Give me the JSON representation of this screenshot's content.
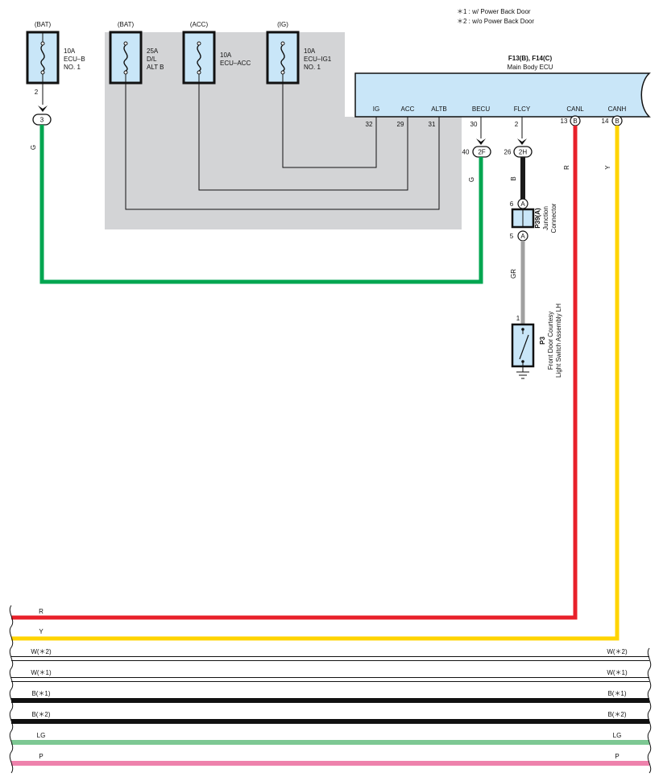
{
  "notes": {
    "note1": "＊1 : w/ Power Back Door",
    "note2": "＊2 : w/o Power Back Door"
  },
  "fuses": [
    {
      "source": "(BAT)",
      "rating": "10A",
      "name1": "ECU–B",
      "name2": "NO. 1"
    },
    {
      "source": "(BAT)",
      "rating": "25A",
      "name1": "D/L",
      "name2": "ALT B"
    },
    {
      "source": "(ACC)",
      "rating": "10A",
      "name1": "ECU–ACC",
      "name2": ""
    },
    {
      "source": "(IG)",
      "rating": "10A",
      "name1": "ECU–IG1",
      "name2": "NO. 1"
    }
  ],
  "fuse_pin": "2",
  "fuse_connector": "3",
  "ecu": {
    "code": "F13(B), F14(C)",
    "name": "Main Body ECU",
    "terminals": [
      {
        "name": "IG",
        "pin": "32"
      },
      {
        "name": "ACC",
        "pin": "29"
      },
      {
        "name": "ALTB",
        "pin": "31"
      },
      {
        "name": "BECU",
        "pin": "30"
      },
      {
        "name": "FLCY",
        "pin": "2"
      },
      {
        "name": "CANL",
        "pin": "13",
        "conn": "B"
      },
      {
        "name": "CANH",
        "pin": "14",
        "conn": "B"
      }
    ]
  },
  "inline_connectors": [
    {
      "pin": "40",
      "code": "2F"
    },
    {
      "pin": "26",
      "code": "2H"
    }
  ],
  "junction": {
    "code": "P39(A)",
    "name1": "Junction",
    "name2": "Connector",
    "pin_top": "6",
    "pin_bottom": "5",
    "conn": "A"
  },
  "switch": {
    "code": "P3",
    "name1": "Front Door Courtesy",
    "name2": "Light Switch Assembly LH",
    "pin": "1"
  },
  "wire_labels": {
    "g_left": "G",
    "g_becu": "G",
    "b_flcy": "B",
    "gr": "GR",
    "r_canl": "R",
    "y_canh": "Y"
  },
  "buses": [
    {
      "left": "R",
      "right": "",
      "color": "#e8202a"
    },
    {
      "left": "Y",
      "right": "",
      "color": "#ffd400"
    },
    {
      "left": "W(＊2)",
      "right": "W(＊2)",
      "color": "#ffffff"
    },
    {
      "left": "W(＊1)",
      "right": "W(＊1)",
      "color": "#ffffff"
    },
    {
      "left": "B(＊1)",
      "right": "B(＊1)",
      "color": "#111111"
    },
    {
      "left": "B(＊2)",
      "right": "B(＊2)",
      "color": "#111111"
    },
    {
      "left": "LG",
      "right": "LG",
      "color": "#7dc893"
    },
    {
      "left": "P",
      "right": "P",
      "color": "#ee82ac"
    }
  ],
  "colors": {
    "green": "#00a650",
    "red": "#e8202a",
    "yellow": "#ffd400",
    "black": "#1a1a1a",
    "gray": "#a0a0a0",
    "component_fill": "#c9e6f8",
    "shade": "#d3d4d6"
  }
}
